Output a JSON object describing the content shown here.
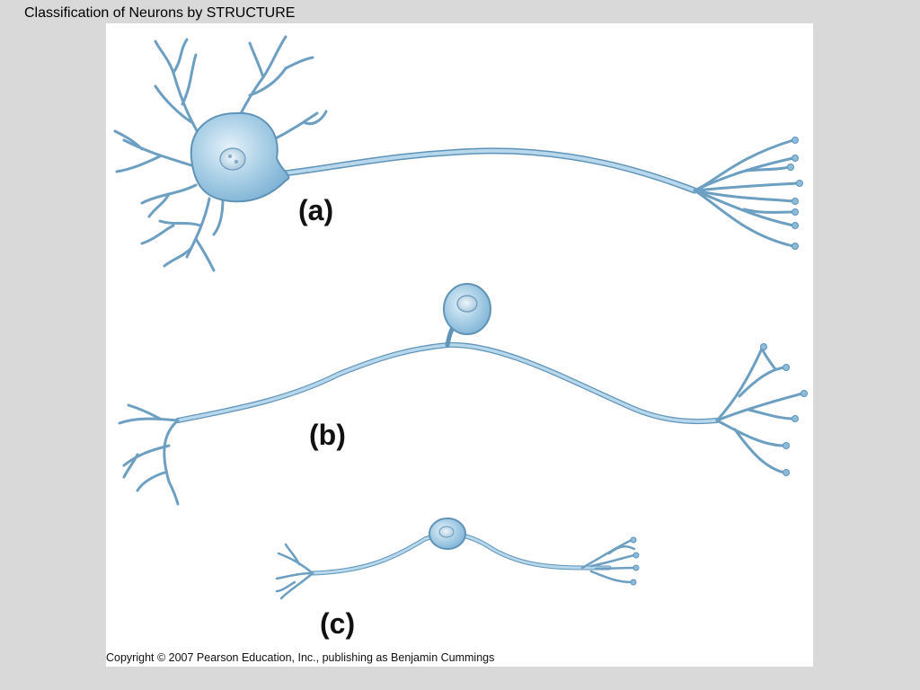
{
  "title": "Classification of Neurons by STRUCTURE",
  "labels": {
    "a": "(a)",
    "b": "(b)",
    "c": "(c)"
  },
  "copyright": "Copyright © 2007 Pearson Education, Inc., publishing as Benjamin Cummings",
  "colors": {
    "background": "#d9d9d9",
    "panel": "#ffffff",
    "neuron_fill": "#a9cfe6",
    "neuron_stroke": "#5f93b8",
    "nucleus": "#cfe3ef"
  }
}
